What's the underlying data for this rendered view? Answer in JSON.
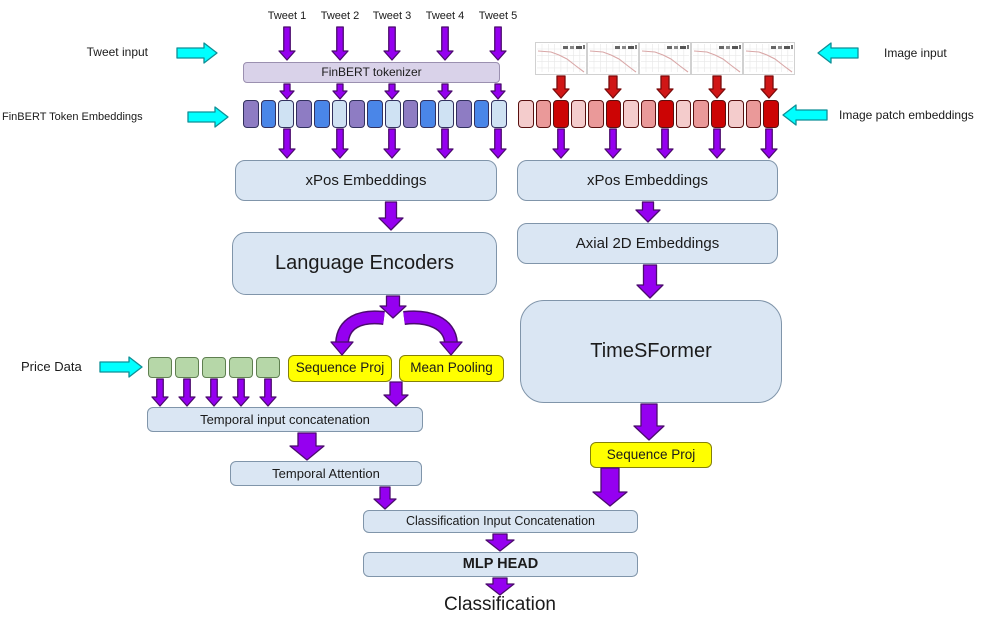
{
  "diagram": {
    "tweets": [
      "Tweet 1",
      "Tweet 2",
      "Tweet 3",
      "Tweet 4",
      "Tweet 5"
    ],
    "labels": {
      "tweet_input": "Tweet input",
      "finbert_token_embeddings": "FinBERT Token Embeddings",
      "image_input": "Image input",
      "image_patch_embeddings": "Image patch embeddings",
      "price_data": "Price Data",
      "classification": "Classification"
    },
    "boxes": {
      "finbert_tokenizer": "FinBERT tokenizer",
      "xpos_left": "xPos Embeddings",
      "language_encoders": "Language Encoders",
      "sequence_proj_left": "Sequence Proj",
      "mean_pooling": "Mean Pooling",
      "temporal_concat": "Temporal input concatenation",
      "temporal_attention": "Temporal Attention",
      "xpos_right": "xPos Embeddings",
      "axial_2d": "Axial 2D Embeddings",
      "timesformer": "TimeSFormer",
      "sequence_proj_right": "Sequence Proj",
      "class_concat": "Classification Input Concatenation",
      "mlp_head": "MLP HEAD"
    },
    "counts": {
      "token_embedding_cells": 15,
      "image_patch_cells": 15,
      "price_cells": 5,
      "image_thumbnails": 5
    },
    "image_thumbnail_icon": "price-chart-thumbnail"
  },
  "colors": {
    "text": "#1b1b1b",
    "arrow_purple": "#9500f0",
    "arrow_purple_border": "#4b0b6e",
    "arrow_red": "#d01616",
    "arrow_red_border": "#7a0b0b",
    "arrow_cyan": "#00ffff",
    "arrow_cyan_border": "#0e8f96",
    "blue_fill": "#dae6f3",
    "blue_border": "#8095aa",
    "lav_fill": "#d9d2e9",
    "lav_border": "#9b90b0",
    "yellow_fill": "#ffff00",
    "yellow_border": "#84800a",
    "green_fill": "#b6d7a8",
    "green_border": "#5f7f50",
    "token_cycle": [
      "#8e7cc3",
      "#4a86e8",
      "#cfe2f3"
    ],
    "token_border": "#32315e",
    "patch_cycle": [
      "#f4cccc",
      "#ea9999",
      "#cc0404"
    ],
    "patch_border": "#58100f"
  }
}
